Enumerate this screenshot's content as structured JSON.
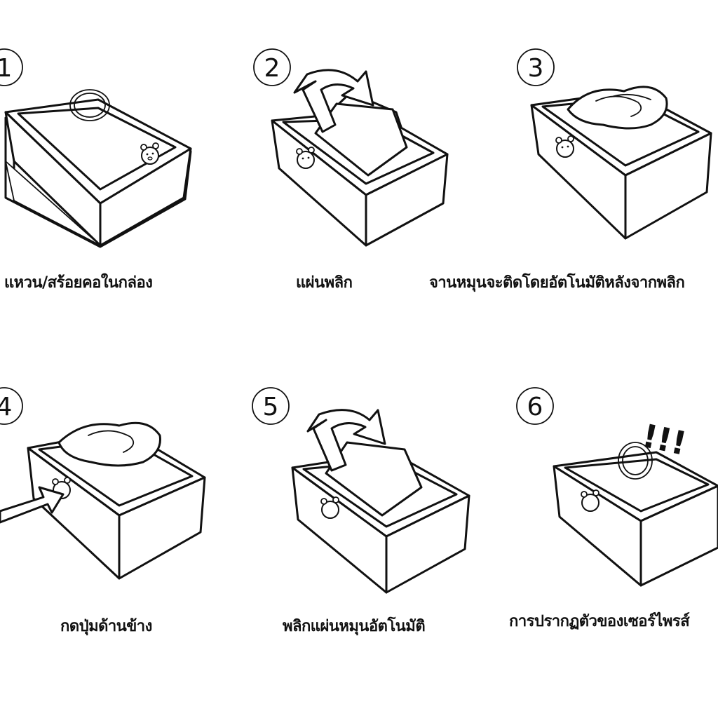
{
  "steps": [
    {
      "number": "1",
      "caption": "แหวน/สร้อยคอในกล่อง"
    },
    {
      "number": "2",
      "caption": "แผ่นพลิก"
    },
    {
      "number": "3",
      "caption": "จานหมุนจะติดโดยอัตโนมัติหลังจากพลิก"
    },
    {
      "number": "4",
      "caption": "กดปุ่มด้านข้าง"
    },
    {
      "number": "5",
      "caption": "พลิกแผ่นหมุนอัตโนมัติ"
    },
    {
      "number": "6",
      "caption": "การปรากฏตัวของเซอร์ไพรส์"
    }
  ],
  "exclamation": "!!!"
}
